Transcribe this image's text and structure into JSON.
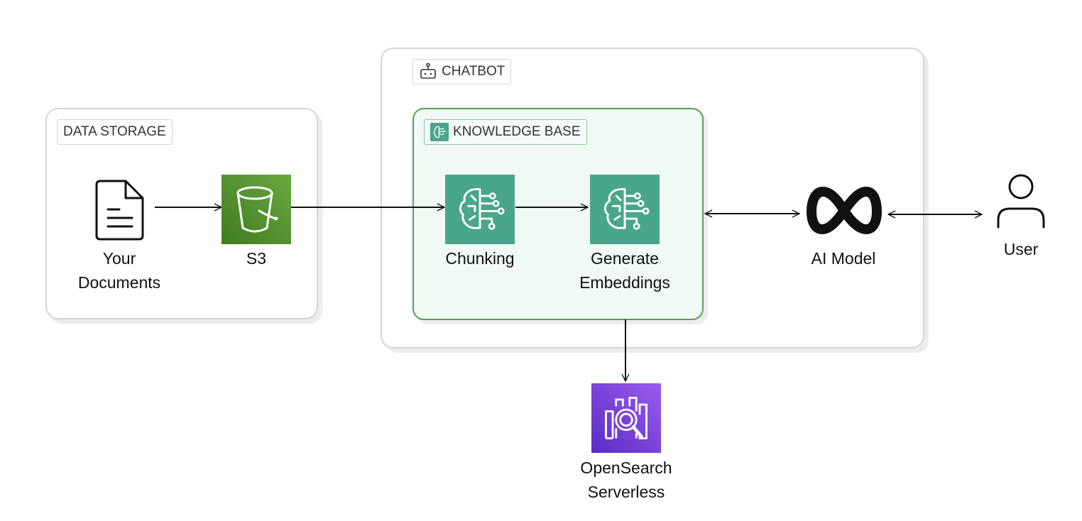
{
  "groups": {
    "data_storage": "DATA STORAGE",
    "chatbot": "CHATBOT",
    "knowledge_base": "KNOWLEDGE BASE"
  },
  "nodes": {
    "documents": {
      "line1": "Your",
      "line2": "Documents",
      "icon": "document-icon"
    },
    "s3": {
      "label": "S3",
      "icon": "bucket-icon",
      "color": "#4b8a30"
    },
    "chunking": {
      "label": "Chunking",
      "icon": "brain-circuit-icon",
      "color": "#4aa68a"
    },
    "embeddings": {
      "line1": "Generate",
      "line2": "Embeddings",
      "icon": "brain-circuit-icon",
      "color": "#4aa68a"
    },
    "ai_model": {
      "label": "AI Model",
      "icon": "meta-logo-icon"
    },
    "user": {
      "label": "User",
      "icon": "user-icon"
    },
    "opensearch": {
      "line1": "OpenSearch",
      "line2": "Serverless",
      "icon": "search-chart-icon",
      "color": "#7b3fe0"
    }
  },
  "colors": {
    "kb_border": "#5a9e5e",
    "kb_fill": "#f0f9f4",
    "group_border": "#d4d4d4"
  }
}
